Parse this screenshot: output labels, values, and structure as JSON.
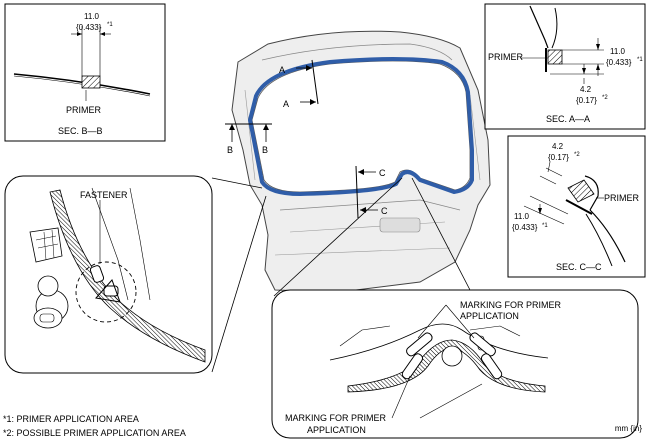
{
  "sec_bb": {
    "dim": "11.0",
    "dim_in": "{0.433}",
    "dim_sup": "*1",
    "primer": "PRIMER",
    "title": "SEC. B—B"
  },
  "sec_aa": {
    "primer": "PRIMER",
    "dim1": "11.0",
    "dim1_in": "{0.433}",
    "dim1_sup": "*1",
    "dim2": "4.2",
    "dim2_in": "{0.17}",
    "dim2_sup": "*2",
    "title": "SEC. A—A"
  },
  "sec_cc": {
    "dim2": "4.2",
    "dim2_in": "{0.17}",
    "dim2_sup": "*2",
    "primer": "PRIMER",
    "dim1": "11.0",
    "dim1_in": "{0.433}",
    "dim1_sup": "*1",
    "title": "SEC. C—C"
  },
  "callouts": {
    "a": "A",
    "b": "B",
    "c": "C"
  },
  "detail_left": {
    "fastener": "FASTENER"
  },
  "detail_bottom": {
    "marking_top_1": "MARKING FOR PRIMER",
    "marking_top_2": "APPLICATION",
    "marking_bottom_1": "MARKING FOR PRIMER",
    "marking_bottom_2": "APPLICATION"
  },
  "notes": {
    "note1": "*1: PRIMER APPLICATION AREA",
    "note2": "*2: POSSIBLE PRIMER APPLICATION AREA"
  },
  "units": "mm {in}",
  "colors": {
    "primer_band": "#2f5da8",
    "hatch": "#000000",
    "body_fill": "#eeeeee"
  }
}
